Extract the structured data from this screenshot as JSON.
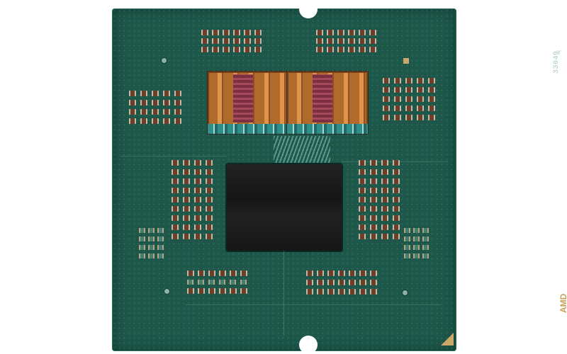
{
  "image": {
    "serial": "33049",
    "side_marker": "Y",
    "brand": "AMD",
    "colors": {
      "substrate": "#1c574a",
      "io_die": "#151515",
      "ccd_copper": "#c57b36",
      "capacitor_brown": "#6b3f2a",
      "gold": "#c9a868"
    }
  }
}
